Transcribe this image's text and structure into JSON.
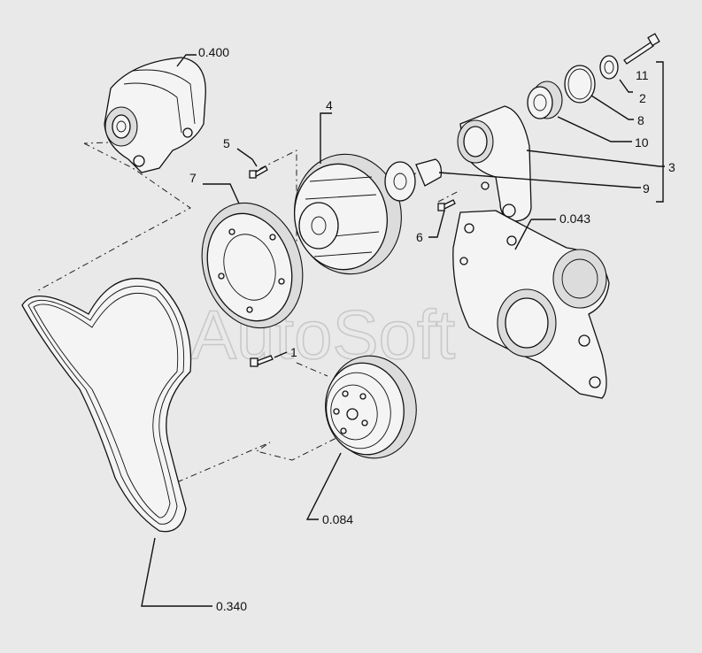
{
  "watermark": "AutoSoft",
  "callouts": [
    {
      "id": "alternator",
      "label": "0.400"
    },
    {
      "id": "bolt-11",
      "label": "11"
    },
    {
      "id": "cap-2",
      "label": "2"
    },
    {
      "id": "ring-8",
      "label": "8"
    },
    {
      "id": "bearing-10",
      "label": "10"
    },
    {
      "id": "bracket-3",
      "label": "3"
    },
    {
      "id": "hub-9",
      "label": "9"
    },
    {
      "id": "pulley-4",
      "label": "4"
    },
    {
      "id": "screw-5",
      "label": "5"
    },
    {
      "id": "pulley-7",
      "label": "7"
    },
    {
      "id": "screw-6",
      "label": "6"
    },
    {
      "id": "cover",
      "label": "0.043"
    },
    {
      "id": "screw-1",
      "label": "1"
    },
    {
      "id": "damper",
      "label": "0.084"
    },
    {
      "id": "belt",
      "label": "0.340"
    }
  ]
}
